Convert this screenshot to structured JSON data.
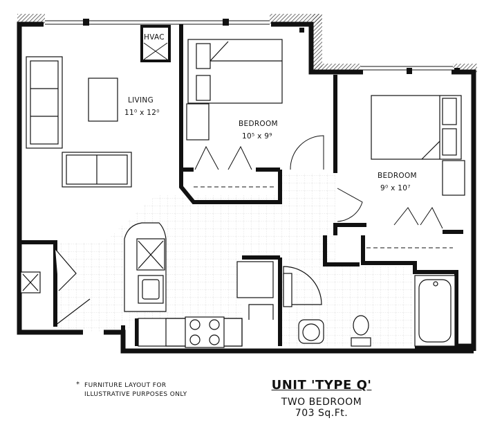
{
  "rooms": {
    "hvac": "HVAC",
    "living_name": "LIVING",
    "living_dims": "11⁰ x 12⁰",
    "bedroom1_name": "BEDROOM",
    "bedroom1_dims": "10⁵ x 9⁹",
    "bedroom2_name": "BEDROOM",
    "bedroom2_dims": "9⁰ x 10⁷"
  },
  "note": {
    "marker": "*",
    "line1": "FURNITURE LAYOUT FOR",
    "line2": "ILLUSTRATIVE PURPOSES ONLY"
  },
  "titleblock": {
    "unit": "UNIT 'TYPE Q'",
    "type": "TWO BEDROOM",
    "area": "703 Sq.Ft."
  }
}
